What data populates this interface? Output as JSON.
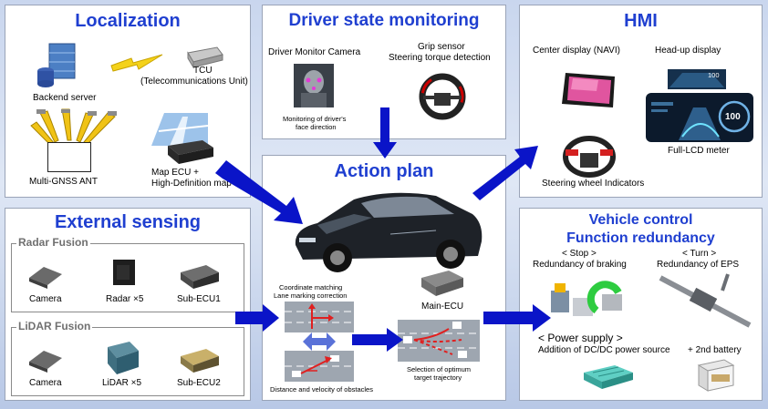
{
  "localization": {
    "title": "Localization",
    "backend_server": "Backend server",
    "tcu": "TCU",
    "tcu_full": "(Telecommunications Unit)",
    "gnss": "Multi-GNSS ANT",
    "map_ecu": "Map ECU +",
    "hd_map": "High-Definition map"
  },
  "dsm": {
    "title": "Driver state monitoring",
    "camera": "Driver Monitor Camera",
    "grip": "Grip sensor",
    "steering_torque": "Steering torque detection",
    "monitor_note_1": "Monitoring of driver's",
    "monitor_note_2": "face direction"
  },
  "hmi": {
    "title": "HMI",
    "center_display": "Center display (NAVI)",
    "hud": "Head-up display",
    "lcd_meter": "Full-LCD meter",
    "wheel_indicators": "Steering wheel Indicators",
    "hud_speed": "100",
    "meter_speed": "100"
  },
  "action": {
    "title": "Action plan",
    "coord_1": "Coordinate matching",
    "coord_2": "Lane marking correction",
    "main_ecu": "Main-ECU",
    "distance": "Distance and velocity of obstacles",
    "selection_1": "Selection of optimum",
    "selection_2": "target trajectory"
  },
  "external": {
    "title": "External sensing",
    "radar_fusion": "Radar Fusion",
    "lidar_fusion": "LiDAR Fusion",
    "camera": "Camera",
    "radar": "Radar ×5",
    "sub_ecu1": "Sub-ECU1",
    "camera2": "Camera",
    "lidar": "LiDAR ×5",
    "sub_ecu2": "Sub-ECU2"
  },
  "vehicle": {
    "title_1": "Vehicle control",
    "title_2": "Function redundancy",
    "stop": "< Stop >",
    "turn": "< Turn >",
    "braking": "Redundancy of braking",
    "eps": "Redundancy of EPS",
    "power": "< Power supply >",
    "dcdc": "Addition of DC/DC power source",
    "battery": "+ 2nd battery"
  },
  "colors": {
    "accent": "#1f3fd0",
    "arrow": "#0a14c8"
  }
}
